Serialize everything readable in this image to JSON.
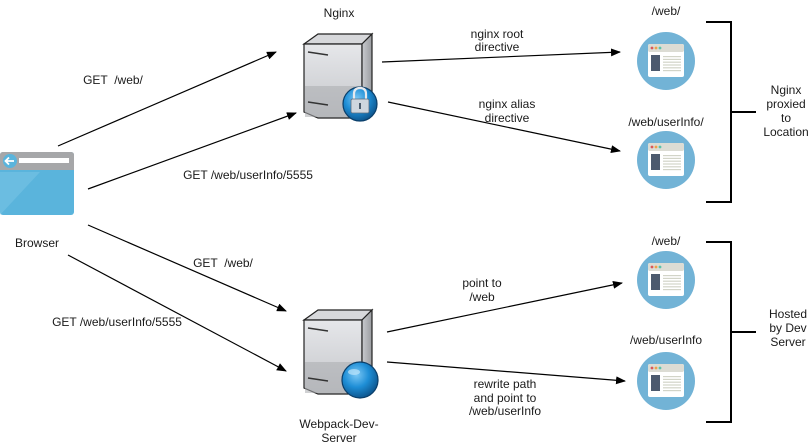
{
  "diagram": {
    "nodes": {
      "browser": {
        "label": "Browser",
        "icon": "browser-window-icon"
      },
      "nginx": {
        "label": "Nginx",
        "icon": "server-lock-icon"
      },
      "webpack": {
        "label_line1": "Webpack-Dev-",
        "label_line2": "Server",
        "icon": "server-globe-icon"
      },
      "nginx_web": {
        "label": "/web/",
        "icon": "webpage-icon"
      },
      "nginx_userinfo": {
        "label": "/web/userInfo/",
        "icon": "webpage-icon"
      },
      "dev_web": {
        "label": "/web/",
        "icon": "webpage-icon"
      },
      "dev_userinfo": {
        "label": "/web/userInfo",
        "icon": "webpage-icon"
      }
    },
    "edges": {
      "browser_nginx_web": {
        "label": "GET  /web/"
      },
      "browser_nginx_userinfo": {
        "label": "GET /web/userInfo/5555"
      },
      "browser_dev_web": {
        "label": "GET  /web/"
      },
      "browser_dev_userinfo": {
        "label": "GET /web/userInfo/5555"
      },
      "nginx_root": {
        "label_line1": "nginx root",
        "label_line2": "directive"
      },
      "nginx_alias": {
        "label_line1": "nginx alias",
        "label_line2": "directive"
      },
      "dev_point": {
        "label_line1": "point to",
        "label_line2": "/web"
      },
      "dev_rewrite": {
        "label_line1": "rewrite path",
        "label_line2": "and point to",
        "label_line3": "/web/userInfo"
      }
    },
    "groups": {
      "nginx_group": {
        "line1": "Nginx",
        "line2": "proxied",
        "line3": "to",
        "line4": "Location"
      },
      "dev_group": {
        "line1": "Hosted",
        "line2": "by Dev",
        "line3": "Server"
      }
    }
  },
  "colors": {
    "arrow": "#000000",
    "browser_blue": "#5ab4dc",
    "browser_bar": "#a8a8a8",
    "page_circle": "#72b3d6",
    "page_dark": "#4c5a6e",
    "server_gray": "#bdbec2",
    "globe_blue": "#1a8ad4"
  }
}
